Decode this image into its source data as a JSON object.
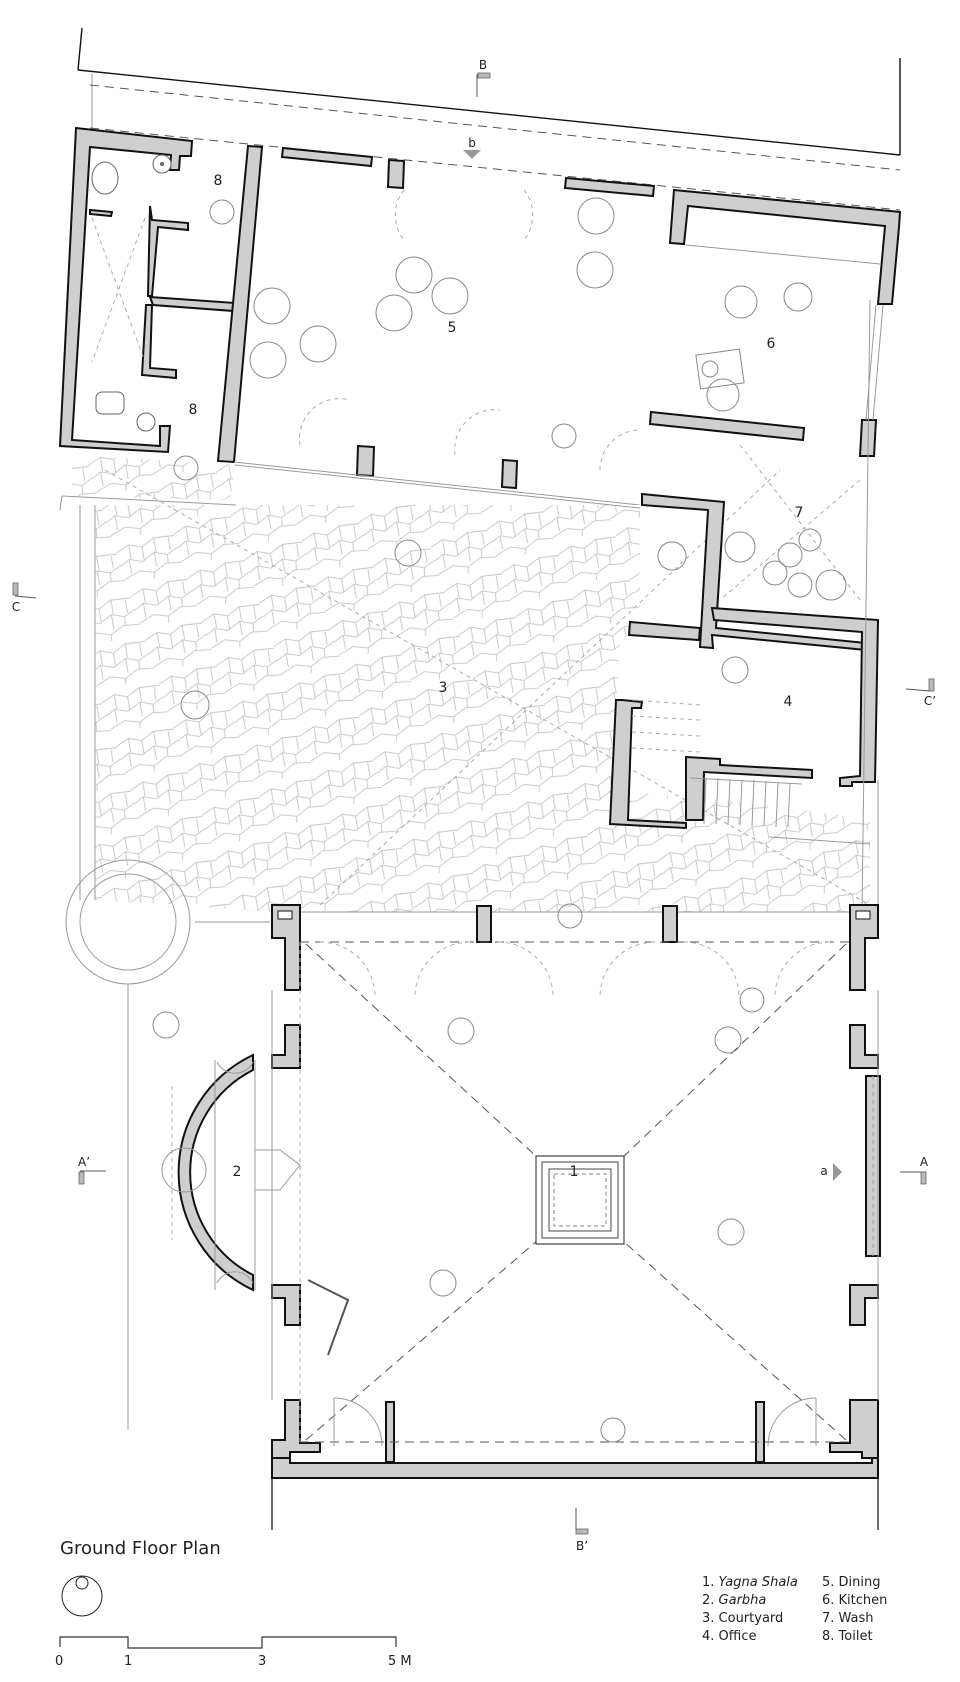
{
  "plan": {
    "title": "Ground Floor Plan",
    "north_symbol": "north-arrow-icon",
    "rooms": [
      {
        "number": "1",
        "name": "Yagna Shala",
        "italic": true
      },
      {
        "number": "2",
        "name": "Garbha",
        "italic": true
      },
      {
        "number": "3",
        "name": "Courtyard",
        "italic": false
      },
      {
        "number": "4",
        "name": "Office",
        "italic": false
      },
      {
        "number": "5",
        "name": "Dining",
        "italic": false
      },
      {
        "number": "6",
        "name": "Kitchen",
        "italic": false
      },
      {
        "number": "7",
        "name": "Wash",
        "italic": false
      },
      {
        "number": "8",
        "name": "Toilet",
        "italic": false
      }
    ],
    "room_tags": {
      "r1": "1",
      "r2": "2",
      "r3": "3",
      "r4": "4",
      "r5": "5",
      "r6": "6",
      "r7": "7",
      "r8a": "8",
      "r8b": "8"
    },
    "legend": {
      "l1_num": "1. ",
      "l1_name": "Yagna Shala",
      "l2_num": "2. ",
      "l2_name": "Garbha",
      "l3": "3. Courtyard",
      "l4": "4. Office",
      "l5": "5. Dining",
      "l6": "6. Kitchen",
      "l7": "7. Wash",
      "l8": "8. Toilet"
    },
    "section_markers": {
      "A": "A",
      "A_prime": "A’",
      "B": "B",
      "B_prime": "B’",
      "C": "C",
      "C_prime": "C’"
    },
    "elevation_markers": {
      "a": "a",
      "b": "b"
    },
    "scale_bar": {
      "ticks": [
        "0",
        "1",
        "3",
        "5 M"
      ]
    }
  }
}
